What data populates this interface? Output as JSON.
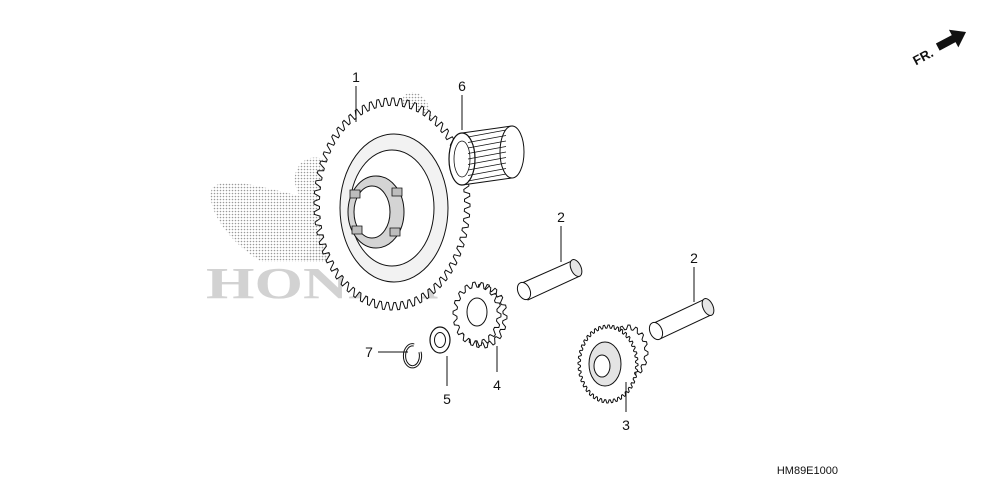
{
  "watermark": {
    "brand": "HONDA",
    "color": "#d2d2d2"
  },
  "direction_marker": {
    "label": "FR.",
    "icon": "arrow-forward-icon"
  },
  "callouts": [
    {
      "id": "c1",
      "number": "1"
    },
    {
      "id": "c2a",
      "number": "2"
    },
    {
      "id": "c2b",
      "number": "2"
    },
    {
      "id": "c3",
      "number": "3"
    },
    {
      "id": "c4",
      "number": "4"
    },
    {
      "id": "c5",
      "number": "5"
    },
    {
      "id": "c6",
      "number": "6"
    },
    {
      "id": "c7",
      "number": "7"
    }
  ],
  "diagram_code": "HM89E1000",
  "colors": {
    "line": "#111111",
    "part_fill": "#ffffff",
    "shade": "#bdbdbd"
  }
}
